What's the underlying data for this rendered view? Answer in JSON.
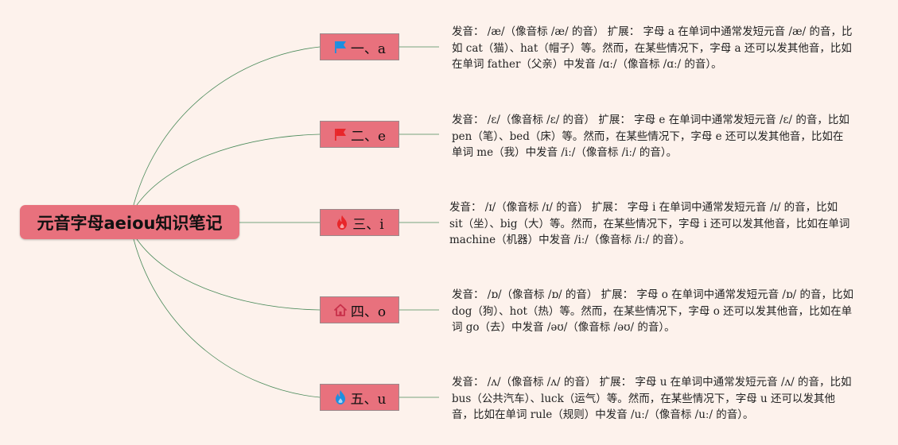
{
  "root": {
    "label": "元音字母aeiou知识笔记"
  },
  "colors": {
    "node": "#e8717d",
    "connector": "#4a8a5a",
    "background": "#fdf2ec"
  },
  "branches": [
    {
      "label": "一、a",
      "icon": "blue-flag-icon",
      "icon_color": "#1e8fe0",
      "note": "发音： /æ/（像音标 /æ/ 的音） 扩展： 字母 a 在单词中通常发短元音 /æ/ 的音，比如 cat（猫）、hat（帽子）等。然而，在某些情况下，字母 a 还可以发其他音，比如在单词 father（父亲）中发音 /ɑː/（像音标 /ɑː/ 的音）。"
    },
    {
      "label": "二、e",
      "icon": "red-flag-icon",
      "icon_color": "#e8262a",
      "note": "发音： /ɛ/（像音标 /ɛ/ 的音） 扩展： 字母 e 在单词中通常发短元音 /ɛ/ 的音，比如 pen（笔）、bed（床）等。然而，在某些情况下，字母 e 还可以发其他音，比如在单词 me（我）中发音 /iː/（像音标 /iː/ 的音）。"
    },
    {
      "label": "三、i",
      "icon": "red-flame-icon",
      "icon_color": "#e8262a",
      "note": "发音： /ɪ/（像音标 /ɪ/ 的音） 扩展： 字母 i 在单词中通常发短元音 /ɪ/ 的音，比如 sit（坐）、big（大）等。然而，在某些情况下，字母 i 还可以发其他音，比如在单词 machine（机器）中发音 /iː/（像音标 /iː/ 的音）。"
    },
    {
      "label": "四、o",
      "icon": "home-icon",
      "icon_color": "#c8304a",
      "note": "发音： /ɒ/（像音标 /ɒ/ 的音） 扩展： 字母 o 在单词中通常发短元音 /ɒ/ 的音，比如 dog（狗）、hot（热）等。然而，在某些情况下，字母 o 还可以发其他音，比如在单词 go（去）中发音 /əʊ/（像音标 /əʊ/ 的音）。"
    },
    {
      "label": "五、u",
      "icon": "blue-flame-icon",
      "icon_color": "#1e8fe0",
      "note": "发音： /ʌ/（像音标 /ʌ/ 的音） 扩展： 字母 u 在单词中通常发短元音 /ʌ/ 的音，比如 bus（公共汽车）、luck（运气）等。然而，在某些情况下，字母 u 还可以发其他音，比如在单词 rule（规则）中发音 /uː/（像音标 /uː/ 的音）。"
    }
  ]
}
